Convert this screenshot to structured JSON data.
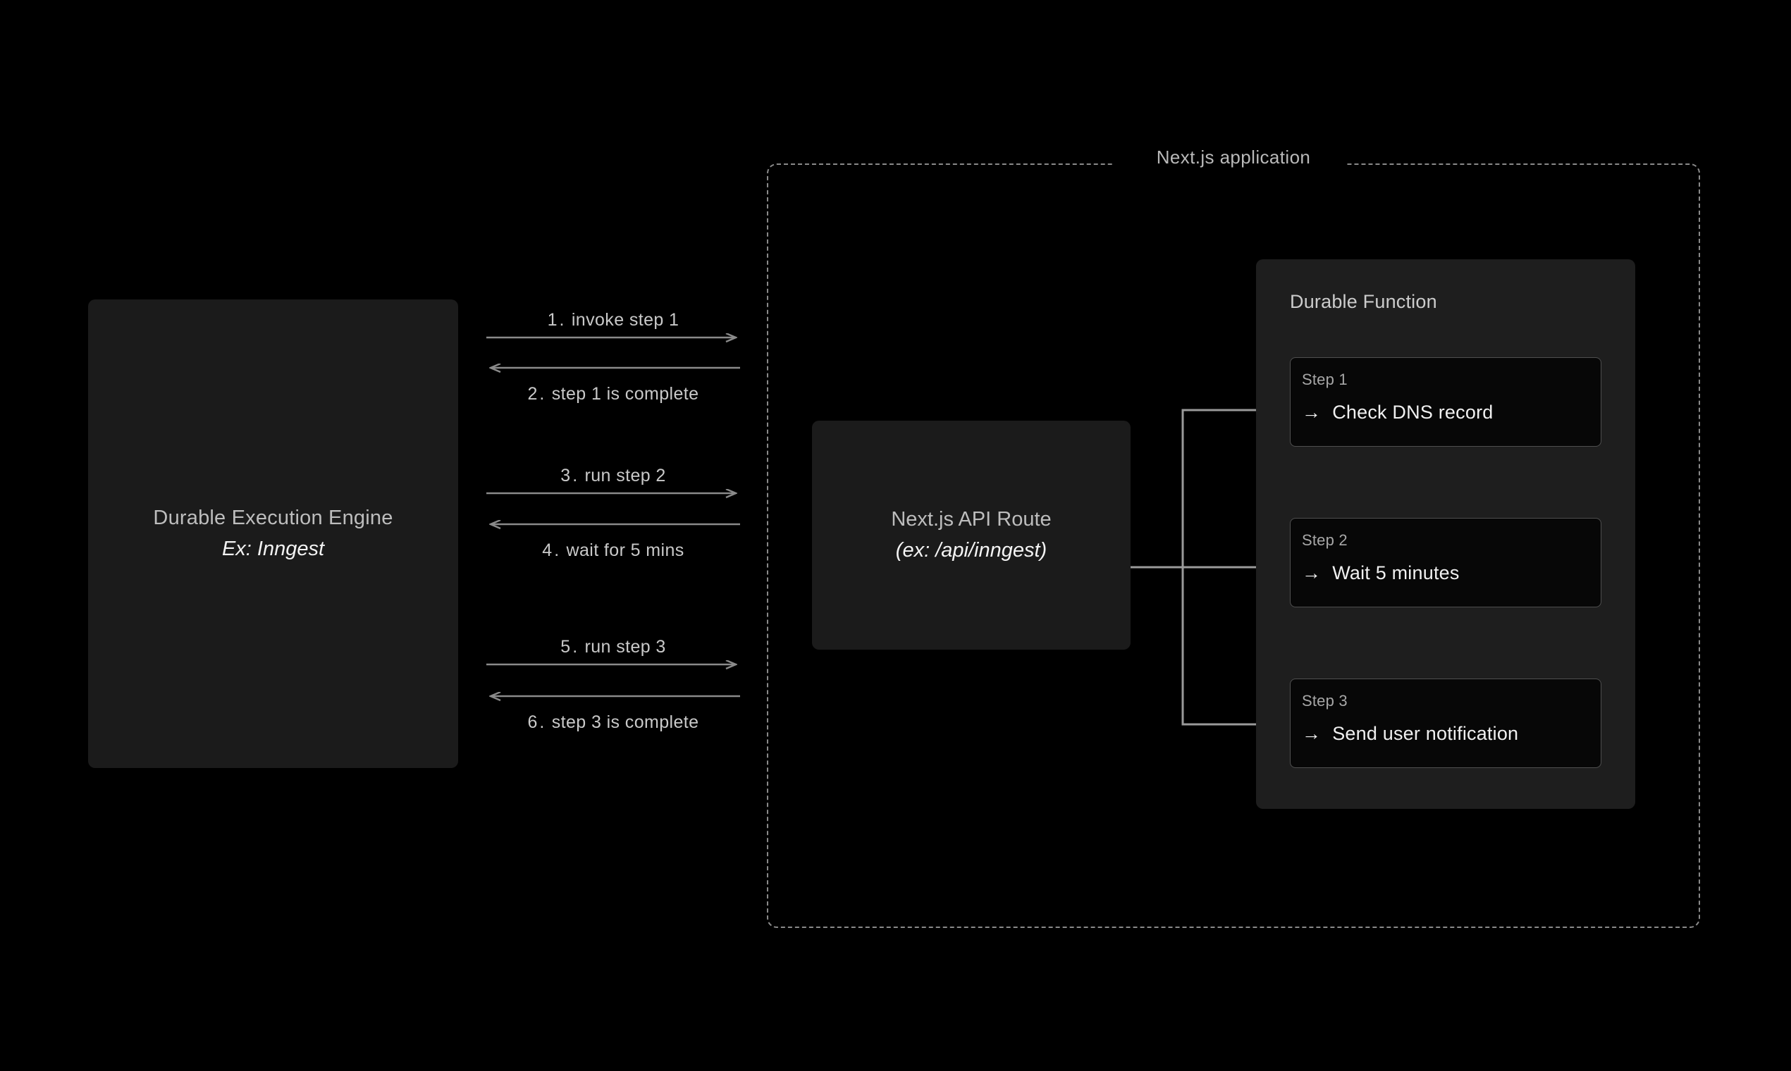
{
  "diagram": {
    "background": "#000000",
    "engine": {
      "title": "Durable Execution Engine",
      "subtitle": "Ex: Inngest"
    },
    "flow_messages": [
      {
        "num": "1.",
        "text": "invoke step 1",
        "direction": "right"
      },
      {
        "num": "2.",
        "text": "step 1 is complete",
        "direction": "left"
      },
      {
        "num": "3.",
        "text": "run step 2",
        "direction": "right"
      },
      {
        "num": "4.",
        "text": "wait for 5 mins",
        "direction": "left"
      },
      {
        "num": "5.",
        "text": "run step 3",
        "direction": "right"
      },
      {
        "num": "6.",
        "text": "step 3 is complete",
        "direction": "left"
      }
    ],
    "nextjs": {
      "title": "Next.js application"
    },
    "api_route": {
      "title": "Next.js API Route",
      "subtitle": "(ex: /api/inngest)"
    },
    "durable_function": {
      "title": "Durable Function",
      "steps": [
        {
          "kicker": "Step 1",
          "arrow": "→",
          "action": "Check DNS record"
        },
        {
          "kicker": "Step 2",
          "arrow": "→",
          "action": "Wait 5 minutes"
        },
        {
          "kicker": "Step 3",
          "arrow": "→",
          "action": "Send user notification"
        }
      ]
    },
    "colors": {
      "background": "#000000",
      "panel": "#1b1b1b",
      "durable_panel": "#1e1e1e",
      "step_card": "#070707",
      "line": "#8a8a8a",
      "text_muted": "#bdbdbd",
      "text_bright": "#f2f2f2"
    }
  }
}
